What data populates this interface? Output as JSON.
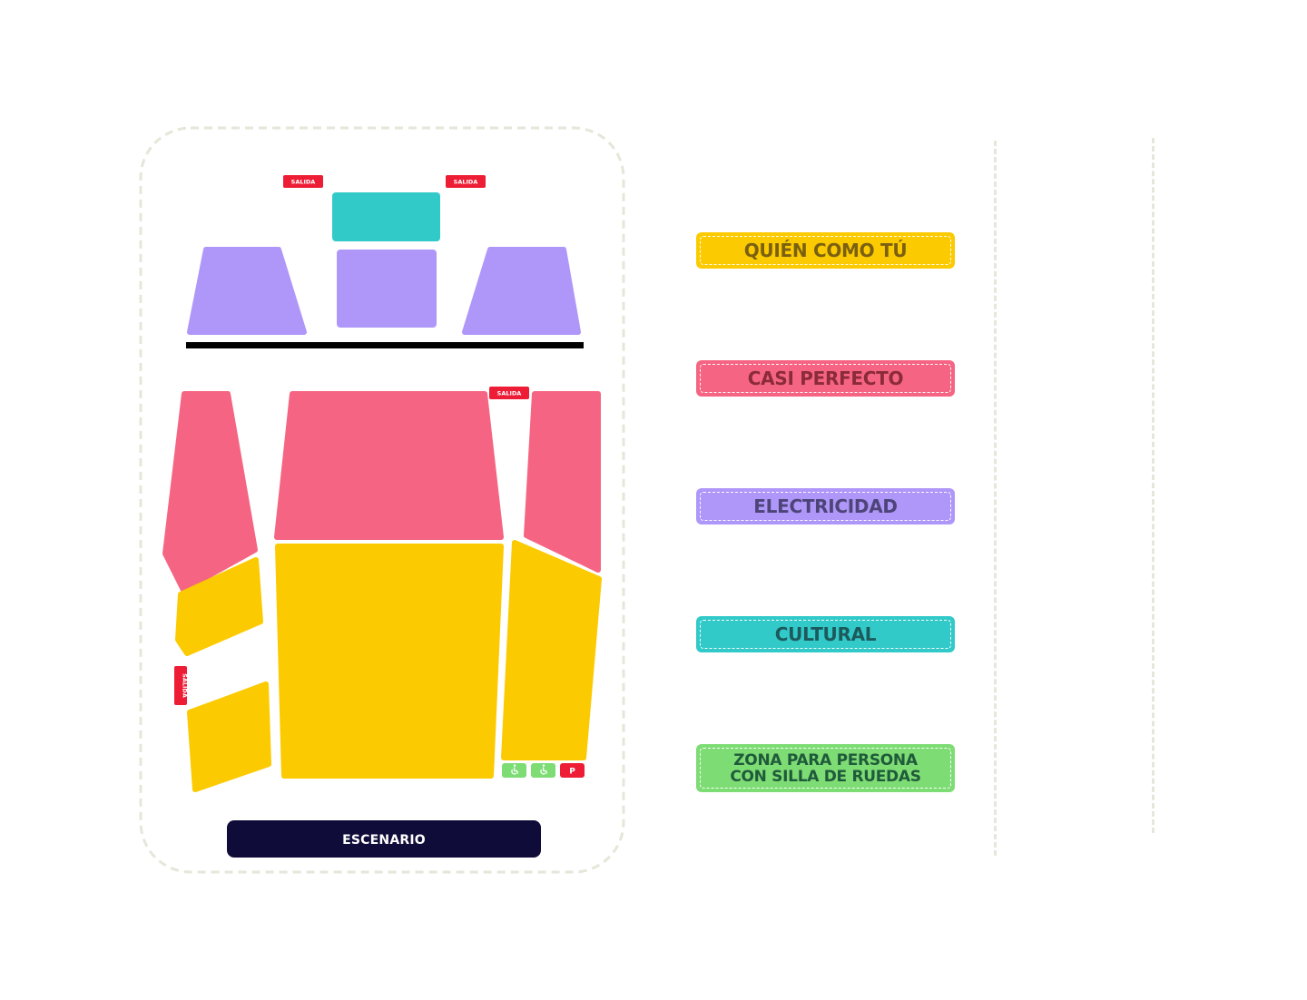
{
  "map": {
    "exit_label": "SALIDA",
    "stage_label": "ESCENARIO",
    "parking_label": "P",
    "wheelchair_icon": "wheelchair-icon"
  },
  "legend": [
    {
      "label": "QUIÉN COMO TÚ",
      "color": "#FCCA00",
      "text_color": "#7a6010"
    },
    {
      "label": "CASI PERFECTO",
      "color": "#F56583",
      "text_color": "#8a2a3a"
    },
    {
      "label": "ELECTRICIDAD",
      "color": "#AF97F9",
      "text_color": "#4d4478"
    },
    {
      "label": "CULTURAL",
      "color": "#32C9C9",
      "text_color": "#1c5a5c"
    },
    {
      "label": "ZONA PARA PERSONA\nCON SILLA DE RUEDAS",
      "color": "#7EDC75",
      "text_color": "#1f5a3a"
    }
  ],
  "colors": {
    "quien_como_tu": "#FCCA00",
    "casi_perfecto": "#F56583",
    "electricidad": "#AF97F9",
    "cultural": "#32C9C9",
    "wheelchair_zone": "#7EDC75",
    "exit": "#EE1D36",
    "stage": "#0F0C39",
    "outline": "#E6E6DA"
  }
}
